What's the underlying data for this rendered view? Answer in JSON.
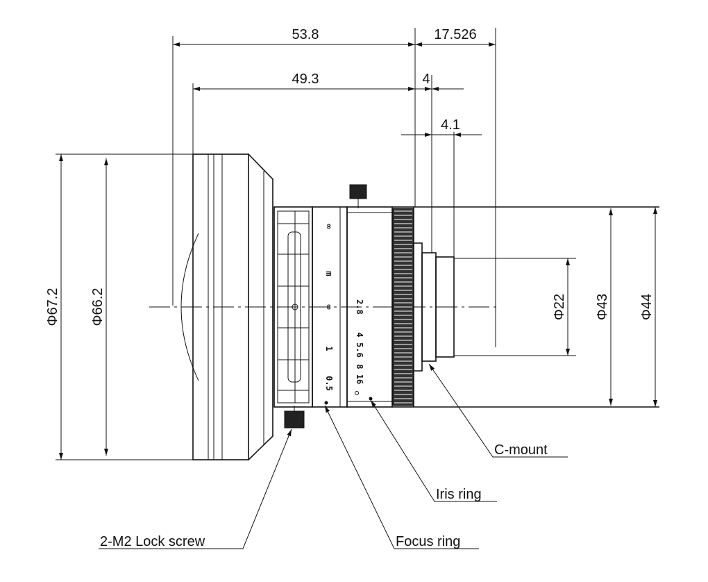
{
  "dimensions": {
    "overall_length": "53.8",
    "body_length": "49.3",
    "back_focus": "17.526",
    "mount_flange": "4",
    "thread_depth": "4.1",
    "front_diameter_outer": "Φ67.2",
    "front_diameter_inner": "Φ66.2",
    "mount_thread_diameter": "Φ22",
    "body_diameter_inner": "Φ43",
    "body_diameter_outer": "Φ44"
  },
  "focus_scale": [
    "∞",
    "m",
    "∞",
    "1",
    "0.5"
  ],
  "iris_scale": [
    "2.8",
    "4",
    "5.6",
    "8",
    "16"
  ],
  "callouts": {
    "c_mount": "C-mount",
    "iris_ring": "Iris ring",
    "focus_ring": "Focus ring",
    "lock_screw": "2-M2 Lock screw"
  }
}
